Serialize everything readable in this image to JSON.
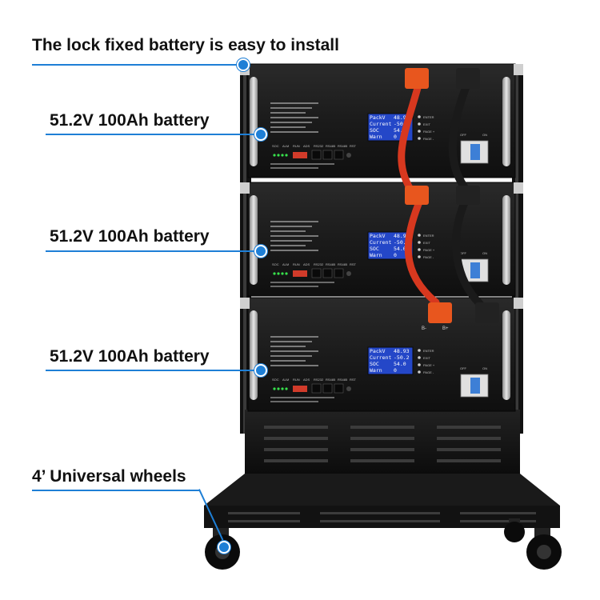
{
  "callouts": {
    "top": "The lock fixed battery is easy to install",
    "battery1": "51.2V 100Ah battery",
    "battery2": "51.2V 100Ah battery",
    "battery3": "51.2V 100Ah battery",
    "wheels": "4’ Universal wheels"
  },
  "panel": {
    "indicators": [
      "SOC",
      "ALM",
      "RUN",
      "ADS"
    ],
    "ports": [
      "RS232",
      "RS485",
      "RS485",
      "RST"
    ],
    "buttons": [
      "ENTER",
      "EXIT",
      "PAGE +",
      "PAGE -"
    ],
    "switch_off": "OFF",
    "switch_on": "ON",
    "terminal_neg": "B-",
    "terminal_pos": "B+"
  },
  "lcd": {
    "rows": [
      {
        "label": "PackV",
        "value": "48.93"
      },
      {
        "label": "Current",
        "value": "-50.2"
      },
      {
        "label": "SOC",
        "value": "54.0"
      },
      {
        "label": "Warn",
        "value": "0"
      }
    ]
  },
  "colors": {
    "accent": "#1e7fd6",
    "cable_red": "#d7381f",
    "cable_black": "#1a1a1a",
    "terminal_orange": "#e8561e",
    "lcd_blue": "#2447c8",
    "rack": "#141414"
  }
}
